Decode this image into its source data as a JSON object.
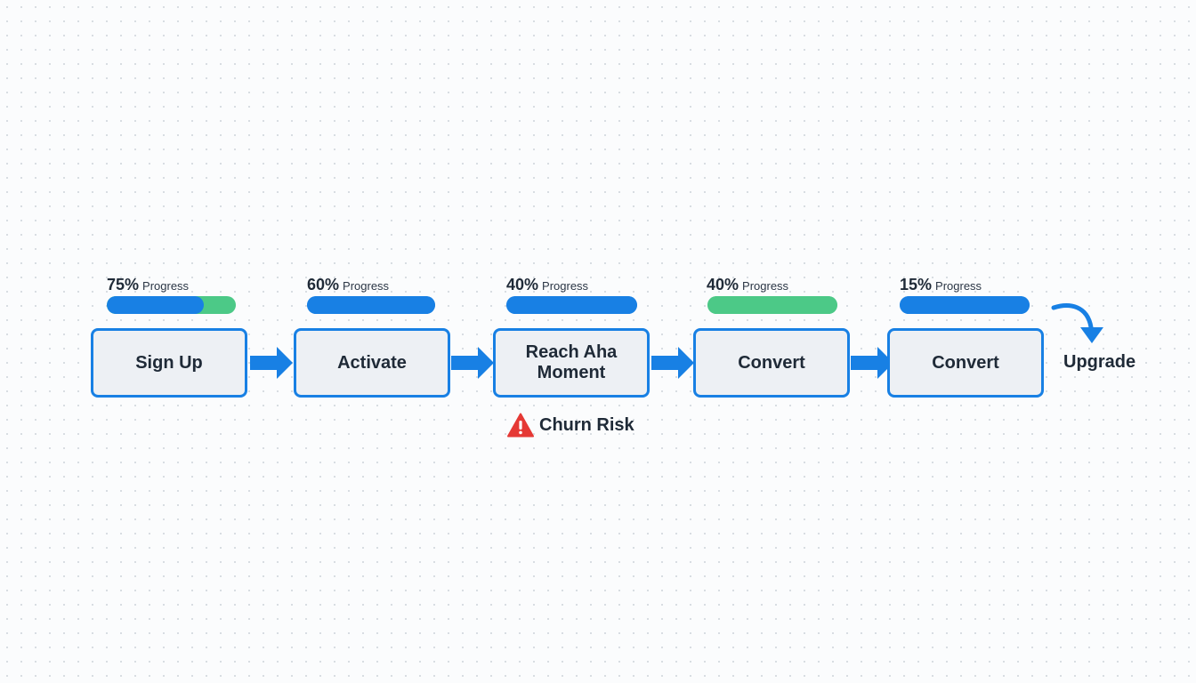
{
  "colors": {
    "primary": "#1880e4",
    "success": "#4cc987",
    "box_fill": "#edf0f4",
    "danger": "#e53935"
  },
  "progress_word": "Progress",
  "stages": [
    {
      "label": "Sign Up",
      "percent_text": "75%",
      "bar": {
        "fill": 0.75,
        "color": "#1880e4",
        "remainder_color": "#4cc987"
      }
    },
    {
      "label": "Activate",
      "percent_text": "60%",
      "bar": {
        "fill": 1.0,
        "color": "#1880e4",
        "remainder_color": "#1880e4"
      }
    },
    {
      "label": "Reach Aha Moment",
      "percent_text": "40%",
      "bar": {
        "fill": 1.0,
        "color": "#1880e4",
        "remainder_color": "#1880e4"
      }
    },
    {
      "label": "Convert",
      "percent_text": "40%",
      "bar": {
        "fill": 1.0,
        "color": "#4cc987",
        "remainder_color": "#4cc987"
      }
    },
    {
      "label": "Convert",
      "percent_text": "15%",
      "bar": {
        "fill": 1.0,
        "color": "#1880e4",
        "remainder_color": "#1880e4"
      }
    }
  ],
  "churn_risk": {
    "label": "Churn Risk",
    "icon": "warning-triangle-icon"
  },
  "upgrade": {
    "label": "Upgrade",
    "icon": "curved-arrow-down-icon"
  }
}
